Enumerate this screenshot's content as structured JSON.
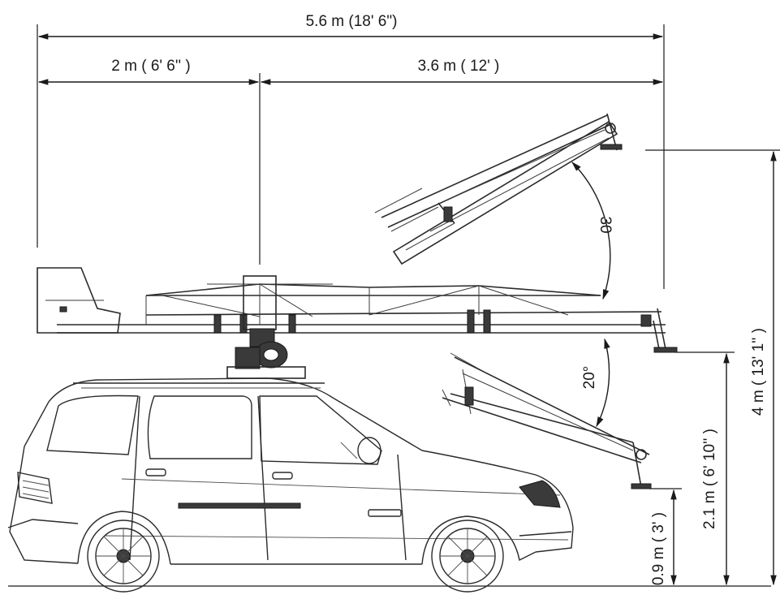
{
  "dimensions": {
    "total_length": "5.6 m (18' 6\")",
    "rear_length": "2 m ( 6' 6'' )",
    "front_length": "3.6 m ( 12' )",
    "max_height": "4 m ( 13' 1'' )",
    "level_height": "2.1 m ( 6' 10'' )",
    "min_height": "0.9 m ( 3' )"
  },
  "angles": {
    "up": "30",
    "down": "20°"
  },
  "colors": {
    "line": "#1a1a1a",
    "background": "#ffffff"
  }
}
